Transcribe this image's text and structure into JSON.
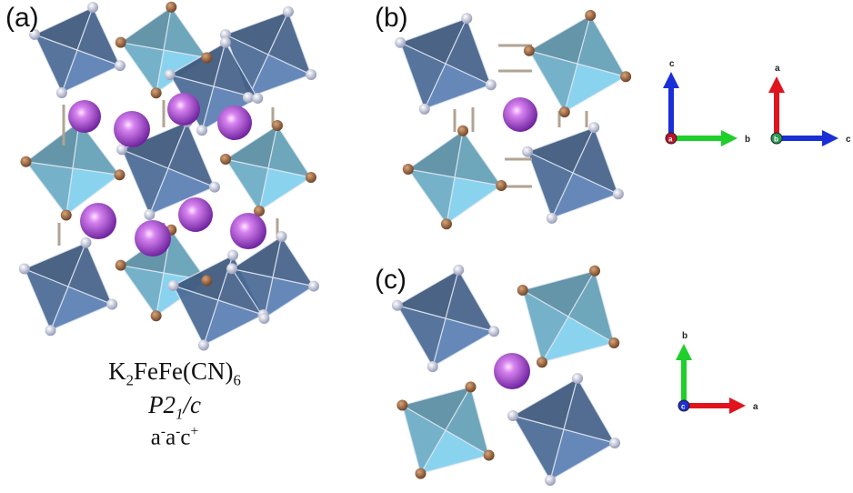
{
  "panels": [
    {
      "id": "a",
      "label": "(a)"
    },
    {
      "id": "b",
      "label": "(b)"
    },
    {
      "id": "c",
      "label": "(c)"
    }
  ],
  "formula": {
    "base": "K",
    "sub1": "2",
    "mid": "FeFe(CN)",
    "sub2": "6",
    "space_group_main": "P2",
    "space_group_sub": "1",
    "space_group_tail": "/c",
    "tilt_a1": "a",
    "tilt_a1_sup": "-",
    "tilt_a2": "a",
    "tilt_a2_sup": "-",
    "tilt_c": "c",
    "tilt_c_sup": "+"
  },
  "axes": [
    {
      "id": "b-left",
      "vertical": "c",
      "horizontal": "b",
      "origin": "a",
      "colors": {
        "vertical": "#1a2fd6",
        "horizontal": "#1fcf2a",
        "origin": "#c0102a"
      }
    },
    {
      "id": "b-right",
      "vertical": "a",
      "horizontal": "c",
      "origin": "b",
      "colors": {
        "vertical": "#e0141e",
        "horizontal": "#1a2fd6",
        "origin": "#2a9a55"
      }
    },
    {
      "id": "c",
      "vertical": "b",
      "horizontal": "a",
      "origin": "c",
      "colors": {
        "vertical": "#1fcf2a",
        "horizontal": "#e0141e",
        "origin": "#1a2fd6"
      }
    }
  ],
  "colors": {
    "octa_dark": "#4d6e9c",
    "octa_light": "#6fb4cf",
    "k_atom": "#9a3cd0",
    "c_atom": "#8b5a36",
    "n_atom": "#b9c0da"
  }
}
